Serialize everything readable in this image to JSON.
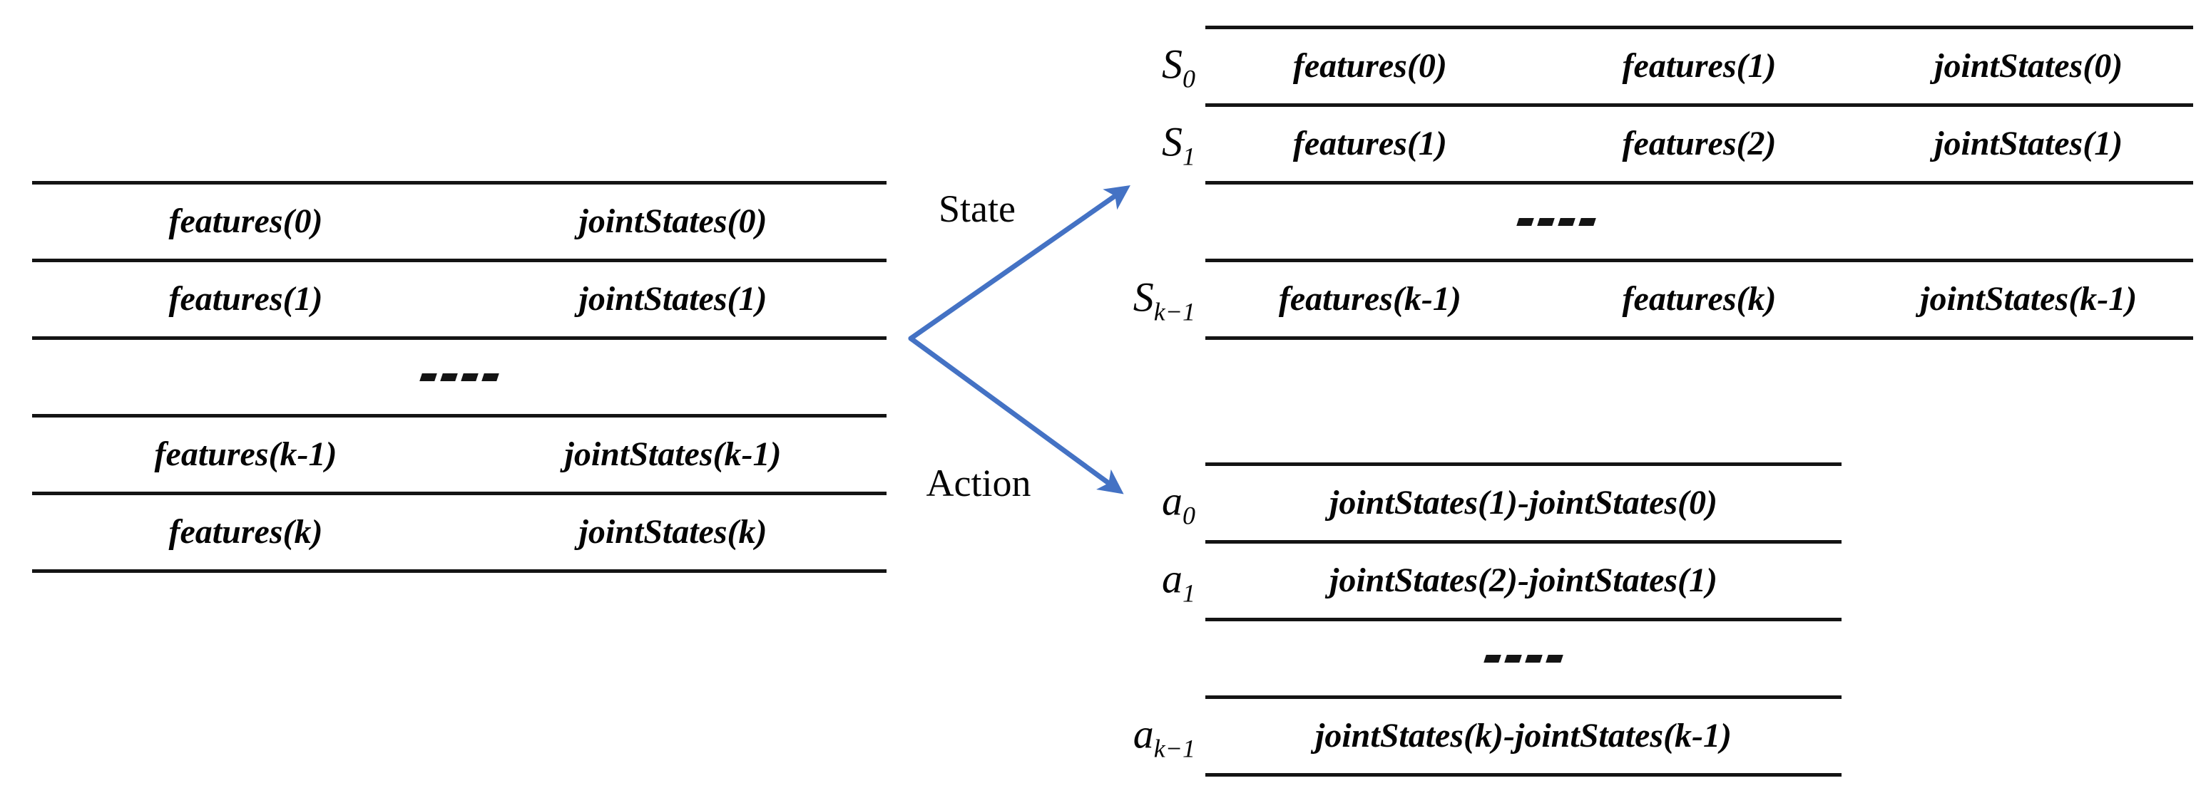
{
  "figure": {
    "kind": "data-transformation-diagram",
    "background": "#ffffff"
  },
  "colors": {
    "line": "#141414",
    "text": "#050505",
    "arrow": "#4472C4"
  },
  "labels": {
    "state": "State",
    "action": "Action"
  },
  "dots": "----",
  "raw_table": {
    "rows": [
      {
        "cells": [
          "features(0)",
          "jointStates(0)"
        ]
      },
      {
        "cells": [
          "features(1)",
          "jointStates(1)"
        ]
      },
      {
        "dots": true
      },
      {
        "cells": [
          "features(k-1)",
          "jointStates(k-1)"
        ]
      },
      {
        "cells": [
          "features(k)",
          "jointStates(k)"
        ]
      }
    ]
  },
  "state_table": {
    "rows": [
      {
        "label": {
          "base": "S",
          "sub": "0"
        },
        "cells": [
          "features(0)",
          "features(1)",
          "jointStates(0)"
        ]
      },
      {
        "label": {
          "base": "S",
          "sub": "1"
        },
        "cells": [
          "features(1)",
          "features(2)",
          "jointStates(1)"
        ]
      },
      {
        "dots": true
      },
      {
        "label": {
          "base": "S",
          "sub": "k−1"
        },
        "cells": [
          "features(k-1)",
          "features(k)",
          "jointStates(k-1)"
        ]
      }
    ]
  },
  "action_table": {
    "rows": [
      {
        "label": {
          "base": "a",
          "sub": "0"
        },
        "cells": [
          "jointStates(1)-jointStates(0)"
        ]
      },
      {
        "label": {
          "base": "a",
          "sub": "1"
        },
        "cells": [
          "jointStates(2)-jointStates(1)"
        ]
      },
      {
        "dots": true
      },
      {
        "label": {
          "base": "a",
          "sub": "k−1"
        },
        "cells": [
          "jointStates(k)-jointStates(k-1)"
        ]
      }
    ]
  }
}
